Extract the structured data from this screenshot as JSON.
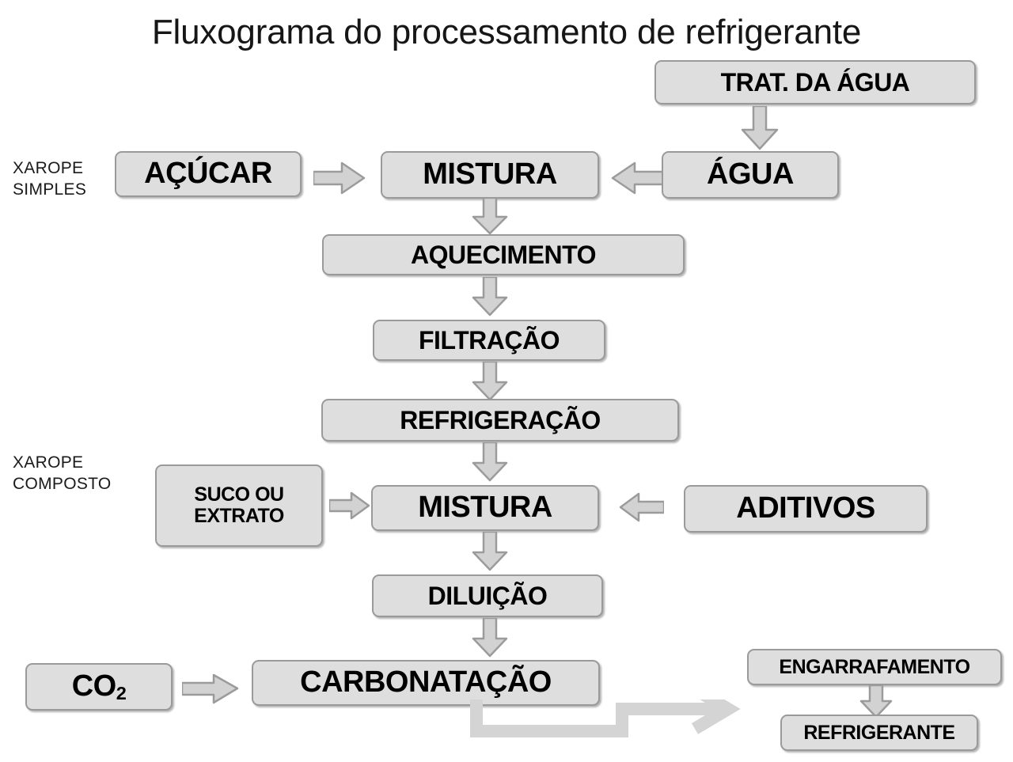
{
  "title": "Fluxograma do processamento de refrigerante",
  "colors": {
    "box_fill": "#dedede",
    "box_border": "#9a9a9a",
    "arrow_fill": "#d2d2d2",
    "arrow_stroke": "#9b9b9b",
    "elbow": "#d4d4d4",
    "text": "#000000",
    "background": "#ffffff"
  },
  "captions": [
    {
      "id": "xarope-simples",
      "text": "XAROPE\nSIMPLES"
    },
    {
      "id": "xarope-composto",
      "text": "XAROPE\nCOMPOSTO"
    }
  ],
  "nodes": [
    {
      "id": "trat-da-agua",
      "label": "TRAT. DA ÁGUA"
    },
    {
      "id": "acucar",
      "label": "AÇÚCAR"
    },
    {
      "id": "mistura-1",
      "label": "MISTURA"
    },
    {
      "id": "agua",
      "label": "ÁGUA"
    },
    {
      "id": "aquecimento",
      "label": "AQUECIMENTO"
    },
    {
      "id": "filtracao",
      "label": "FILTRAÇÃO"
    },
    {
      "id": "refrigeracao",
      "label": "REFRIGERAÇÃO"
    },
    {
      "id": "suco-ou-extrato",
      "label": "SUCO OU\nEXTRATO"
    },
    {
      "id": "mistura-2",
      "label": "MISTURA"
    },
    {
      "id": "aditivos",
      "label": "ADITIVOS"
    },
    {
      "id": "diluicao",
      "label": "DILUIÇÃO"
    },
    {
      "id": "co2",
      "label": "CO2",
      "label_html": "CO<sub>2</sub>"
    },
    {
      "id": "carbonatacao",
      "label": "CARBONATAÇÃO"
    },
    {
      "id": "engarrafamento",
      "label": "ENGARRAFAMENTO"
    },
    {
      "id": "refrigerante",
      "label": "REFRIGERANTE"
    }
  ],
  "edges": [
    {
      "from": "trat-da-agua",
      "to": "agua",
      "direction": "down"
    },
    {
      "from": "acucar",
      "to": "mistura-1",
      "direction": "right"
    },
    {
      "from": "agua",
      "to": "mistura-1",
      "direction": "left"
    },
    {
      "from": "mistura-1",
      "to": "aquecimento",
      "direction": "down"
    },
    {
      "from": "aquecimento",
      "to": "filtracao",
      "direction": "down"
    },
    {
      "from": "filtracao",
      "to": "refrigeracao",
      "direction": "down"
    },
    {
      "from": "refrigeracao",
      "to": "mistura-2",
      "direction": "down"
    },
    {
      "from": "suco-ou-extrato",
      "to": "mistura-2",
      "direction": "right"
    },
    {
      "from": "aditivos",
      "to": "mistura-2",
      "direction": "left"
    },
    {
      "from": "mistura-2",
      "to": "diluicao",
      "direction": "down"
    },
    {
      "from": "diluicao",
      "to": "carbonatacao",
      "direction": "down"
    },
    {
      "from": "co2",
      "to": "carbonatacao",
      "direction": "right"
    },
    {
      "from": "carbonatacao",
      "to": "engarrafamento",
      "direction": "elbow-right"
    },
    {
      "from": "engarrafamento",
      "to": "refrigerante",
      "direction": "down"
    }
  ]
}
